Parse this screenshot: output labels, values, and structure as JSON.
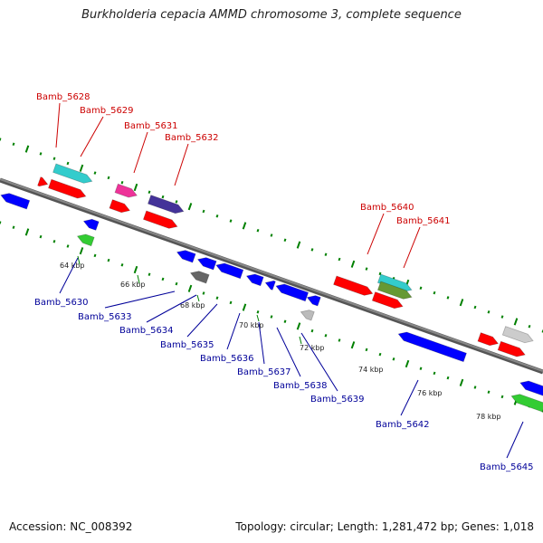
{
  "title": "Burkholderia cepacia AMMD chromosome 3, complete sequence",
  "footer": {
    "accession": "Accession: NC_008392",
    "summary": "Topology: circular; Length: 1,281,472 bp; Genes: 1,018"
  },
  "colors": {
    "forward_label": "#cc0000",
    "reverse_label": "#000099",
    "backbone": "#888888",
    "ticks": "#008000"
  },
  "tick_labels": [
    {
      "name": "tick-64kbp",
      "text": "64 kbp"
    },
    {
      "name": "tick-66kbp",
      "text": "66 kbp"
    },
    {
      "name": "tick-68kbp",
      "text": "68 kbp"
    },
    {
      "name": "tick-70kbp",
      "text": "70 kbp"
    },
    {
      "name": "tick-72kbp",
      "text": "72 kbp"
    },
    {
      "name": "tick-74kbp",
      "text": "74 kbp"
    },
    {
      "name": "tick-76kbp",
      "text": "76 kbp"
    },
    {
      "name": "tick-78kbp",
      "text": "78 kbp"
    }
  ],
  "genes_forward": [
    {
      "name": "Bamb_5628",
      "color": "#33cccc"
    },
    {
      "name": "Bamb_5629",
      "color": "#ff0000"
    },
    {
      "name": "Bamb_5631",
      "color": "#ee3399"
    },
    {
      "name": "Bamb_5632",
      "color": "#443399"
    },
    {
      "name": "Bamb_5640",
      "color": "#ff0000"
    },
    {
      "name": "Bamb_5641",
      "color": "#33cccc"
    }
  ],
  "genes_reverse": [
    {
      "name": "Bamb_5630",
      "color": "#33cc33"
    },
    {
      "name": "Bamb_5633",
      "color": "#666666"
    },
    {
      "name": "Bamb_5634",
      "color": "#0000ff"
    },
    {
      "name": "Bamb_5635",
      "color": "#0000ff"
    },
    {
      "name": "Bamb_5636",
      "color": "#0000ff"
    },
    {
      "name": "Bamb_5637",
      "color": "#0000ff"
    },
    {
      "name": "Bamb_5638",
      "color": "#0000ff"
    },
    {
      "name": "Bamb_5639",
      "color": "#bbbbbb"
    },
    {
      "name": "Bamb_5642",
      "color": "#0000ff"
    },
    {
      "name": "Bamb_5645",
      "color": "#33cc33"
    }
  ]
}
